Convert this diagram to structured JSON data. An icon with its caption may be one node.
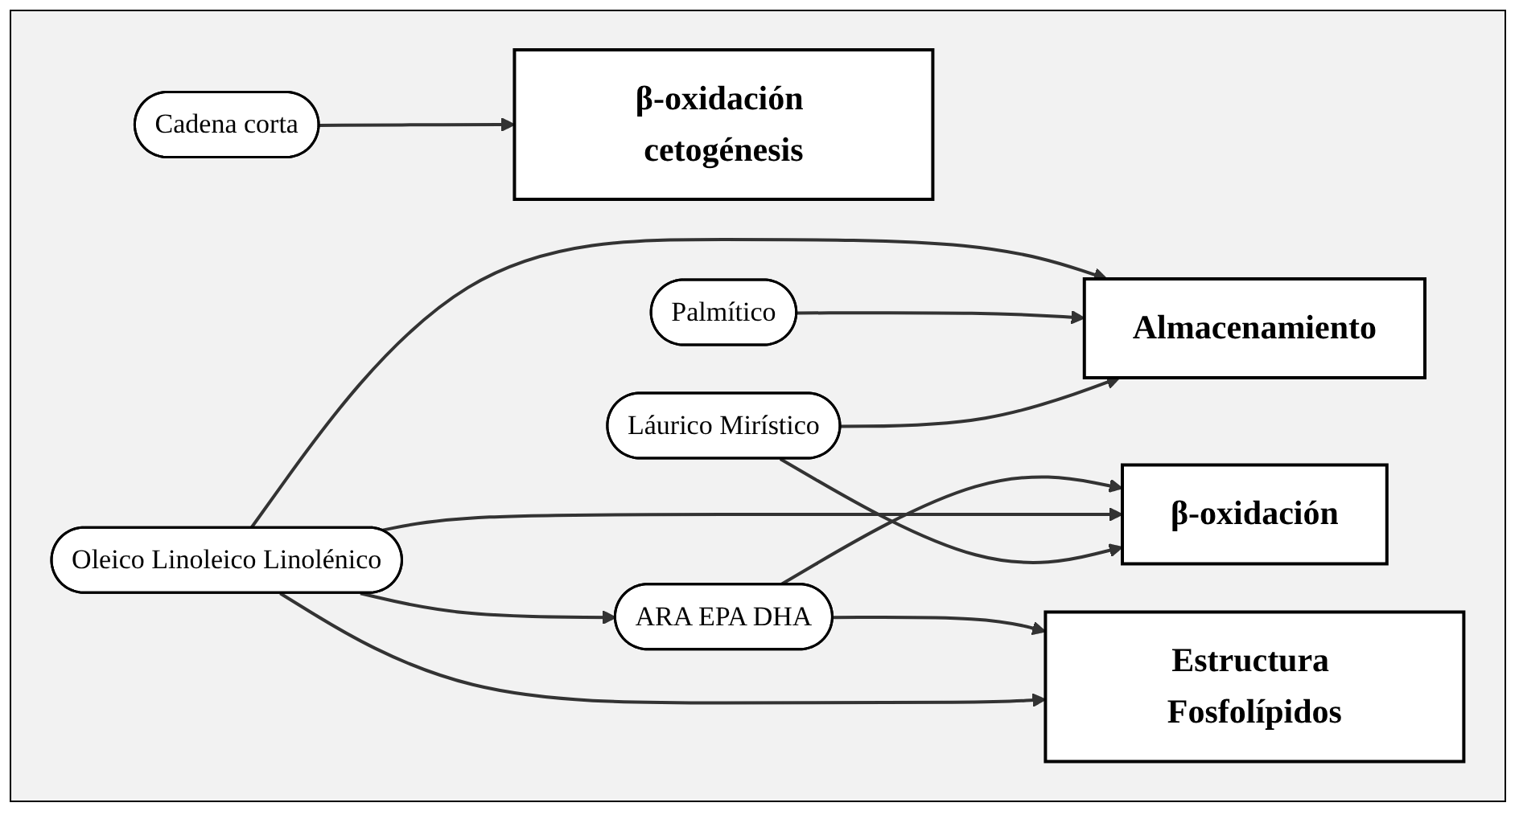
{
  "diagram": {
    "nodes": [
      {
        "text": [
          "Cadena corta"
        ]
      },
      {
        "text": [
          "β-oxidación cetogénesis"
        ]
      },
      {
        "text": [
          "Láurico Mirístico"
        ]
      },
      {
        "text": [
          "β-oxidación"
        ]
      },
      {
        "text": [
          "Oleico Linoleico Linolénico"
        ]
      },
      {
        "text": [
          "Almacenamiento"
        ]
      },
      {
        "text": [
          "Palmítico"
        ]
      },
      {
        "text": [
          "Estructura Fosfolípidos"
        ]
      },
      {
        "text": [
          "ARA EPA DHA"
        ]
      }
    ],
    "edges": [
      {
        "from": 0,
        "to": 1,
        "arrow": "to"
      },
      {
        "from": 2,
        "to": 3,
        "arrow": "to"
      },
      {
        "from": 4,
        "to": 3,
        "arrow": "to"
      },
      {
        "from": 2,
        "to": 5,
        "arrow": "to"
      },
      {
        "from": 6,
        "to": 5,
        "arrow": "to"
      },
      {
        "from": 4,
        "to": 5,
        "arrow": "to"
      },
      {
        "from": 4,
        "to": 7,
        "arrow": "to"
      },
      {
        "from": 4,
        "to": 8,
        "arrow": "to"
      },
      {
        "from": 8,
        "to": 3,
        "arrow": "to"
      },
      {
        "from": 8,
        "to": 7,
        "arrow": "to"
      }
    ]
  }
}
